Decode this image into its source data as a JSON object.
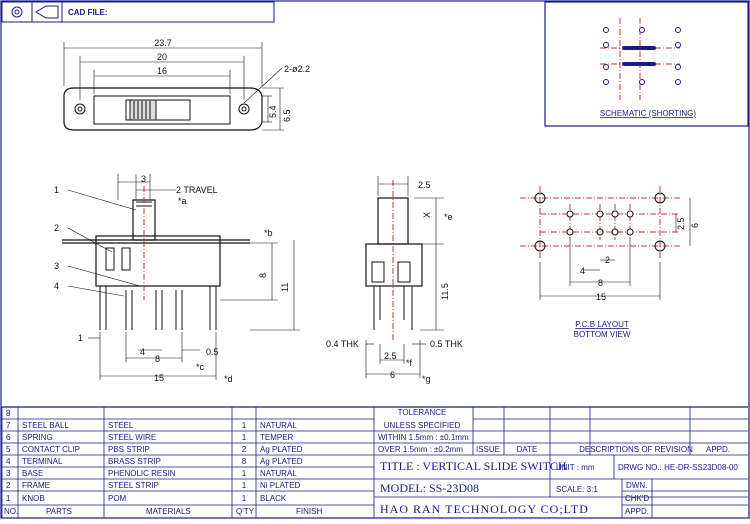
{
  "header": {
    "cad_file_label": "CAD FILE:"
  },
  "schematic": {
    "caption": "SCHEMATIC (SHORTING)"
  },
  "top_view": {
    "dim_overall": "23.7",
    "dim_holes": "20",
    "dim_body": "16",
    "dim_hole_note": "2-ø2.2",
    "dim_h1": "5.4",
    "dim_h2": "6.5"
  },
  "side_view": {
    "callouts": [
      "1",
      "2",
      "3",
      "4"
    ],
    "dim_3": "3",
    "travel": "2 TRAVEL",
    "mark_a": "*a",
    "mark_b": "*b",
    "mark_c": "*c",
    "mark_d": "*d",
    "dim_8v": "8",
    "dim_11": "11",
    "dim_1": "1",
    "dim_4": "4",
    "dim_05": "0.5",
    "dim_8h": "8",
    "dim_15": "15"
  },
  "end_view": {
    "dim_25top": "2.5",
    "mark_x": "X",
    "mark_e": "*e",
    "dim_115": "11.5",
    "thk_left": "0.4 THK",
    "thk_right": "0.5 THK",
    "dim_25bot": "2.5",
    "mark_f": "*f",
    "dim_6": "6",
    "mark_g": "*g"
  },
  "pcb": {
    "dim_25": "2.5",
    "dim_6": "6",
    "dim_2": "2",
    "dim_4": "4",
    "dim_8": "8",
    "dim_15": "15",
    "title": "P.C.B LAYOUT",
    "subtitle": "BOTTOM VIEW"
  },
  "bom": {
    "rows": [
      {
        "no": "8",
        "part": "",
        "material": "",
        "qty": "",
        "finish": ""
      },
      {
        "no": "7",
        "part": "STEEL BALL",
        "material": "STEEL",
        "qty": "1",
        "finish": "NATURAL"
      },
      {
        "no": "6",
        "part": "SPRING",
        "material": "STEEL WIRE",
        "qty": "1",
        "finish": "TEMPER"
      },
      {
        "no": "5",
        "part": "CONTACT CLIP",
        "material": "PBS STRIP",
        "qty": "2",
        "finish": "Ag PLATED"
      },
      {
        "no": "4",
        "part": "TERMINAL",
        "material": "BRASS STRIP",
        "qty": "8",
        "finish": "Ag PLATED"
      },
      {
        "no": "3",
        "part": "BASE",
        "material": "PHENOLIC RESIN",
        "qty": "1",
        "finish": "NATURAL"
      },
      {
        "no": "2",
        "part": "FRAME",
        "material": "STEEL STRIP",
        "qty": "1",
        "finish": "Ni PLATED"
      },
      {
        "no": "1",
        "part": "KNOB",
        "material": "POM",
        "qty": "1",
        "finish": "BLACK"
      }
    ],
    "headers": {
      "no": "NO.",
      "part": "PARTS",
      "material": "MATERIALS",
      "qty": "Q'TY",
      "finish": "FINISH"
    }
  },
  "titleblock": {
    "tolerance": "TOLERANCE",
    "unless": "UNLESS  SPECIFIED",
    "within": "WITHIN 1.5mm : ±0.1mm",
    "over": "OVER 1.5mm : ±0.2mm",
    "issue": "ISSUE",
    "date": "DATE",
    "descriptions": "DESCRIPTIONS OF REVISION",
    "appd_rev": "APPD.",
    "title": "TITLE : VERTICAL SLIDE SWITCH",
    "unit": "UNIT :  mm",
    "drwg": "DRWG NO.: HE-DR-SS23D08-00",
    "model": "MODEL: SS-23D08",
    "scale": "SCALE:  3:1",
    "dwn": "DWN.",
    "company": "HAO RAN TECHNOLOGY CO;LTD",
    "chkd": "CHK'D",
    "appd": "APPD."
  },
  "colors": {
    "frame": "#1a1a8c",
    "dims": "#111111",
    "centerline": "#d03030"
  }
}
